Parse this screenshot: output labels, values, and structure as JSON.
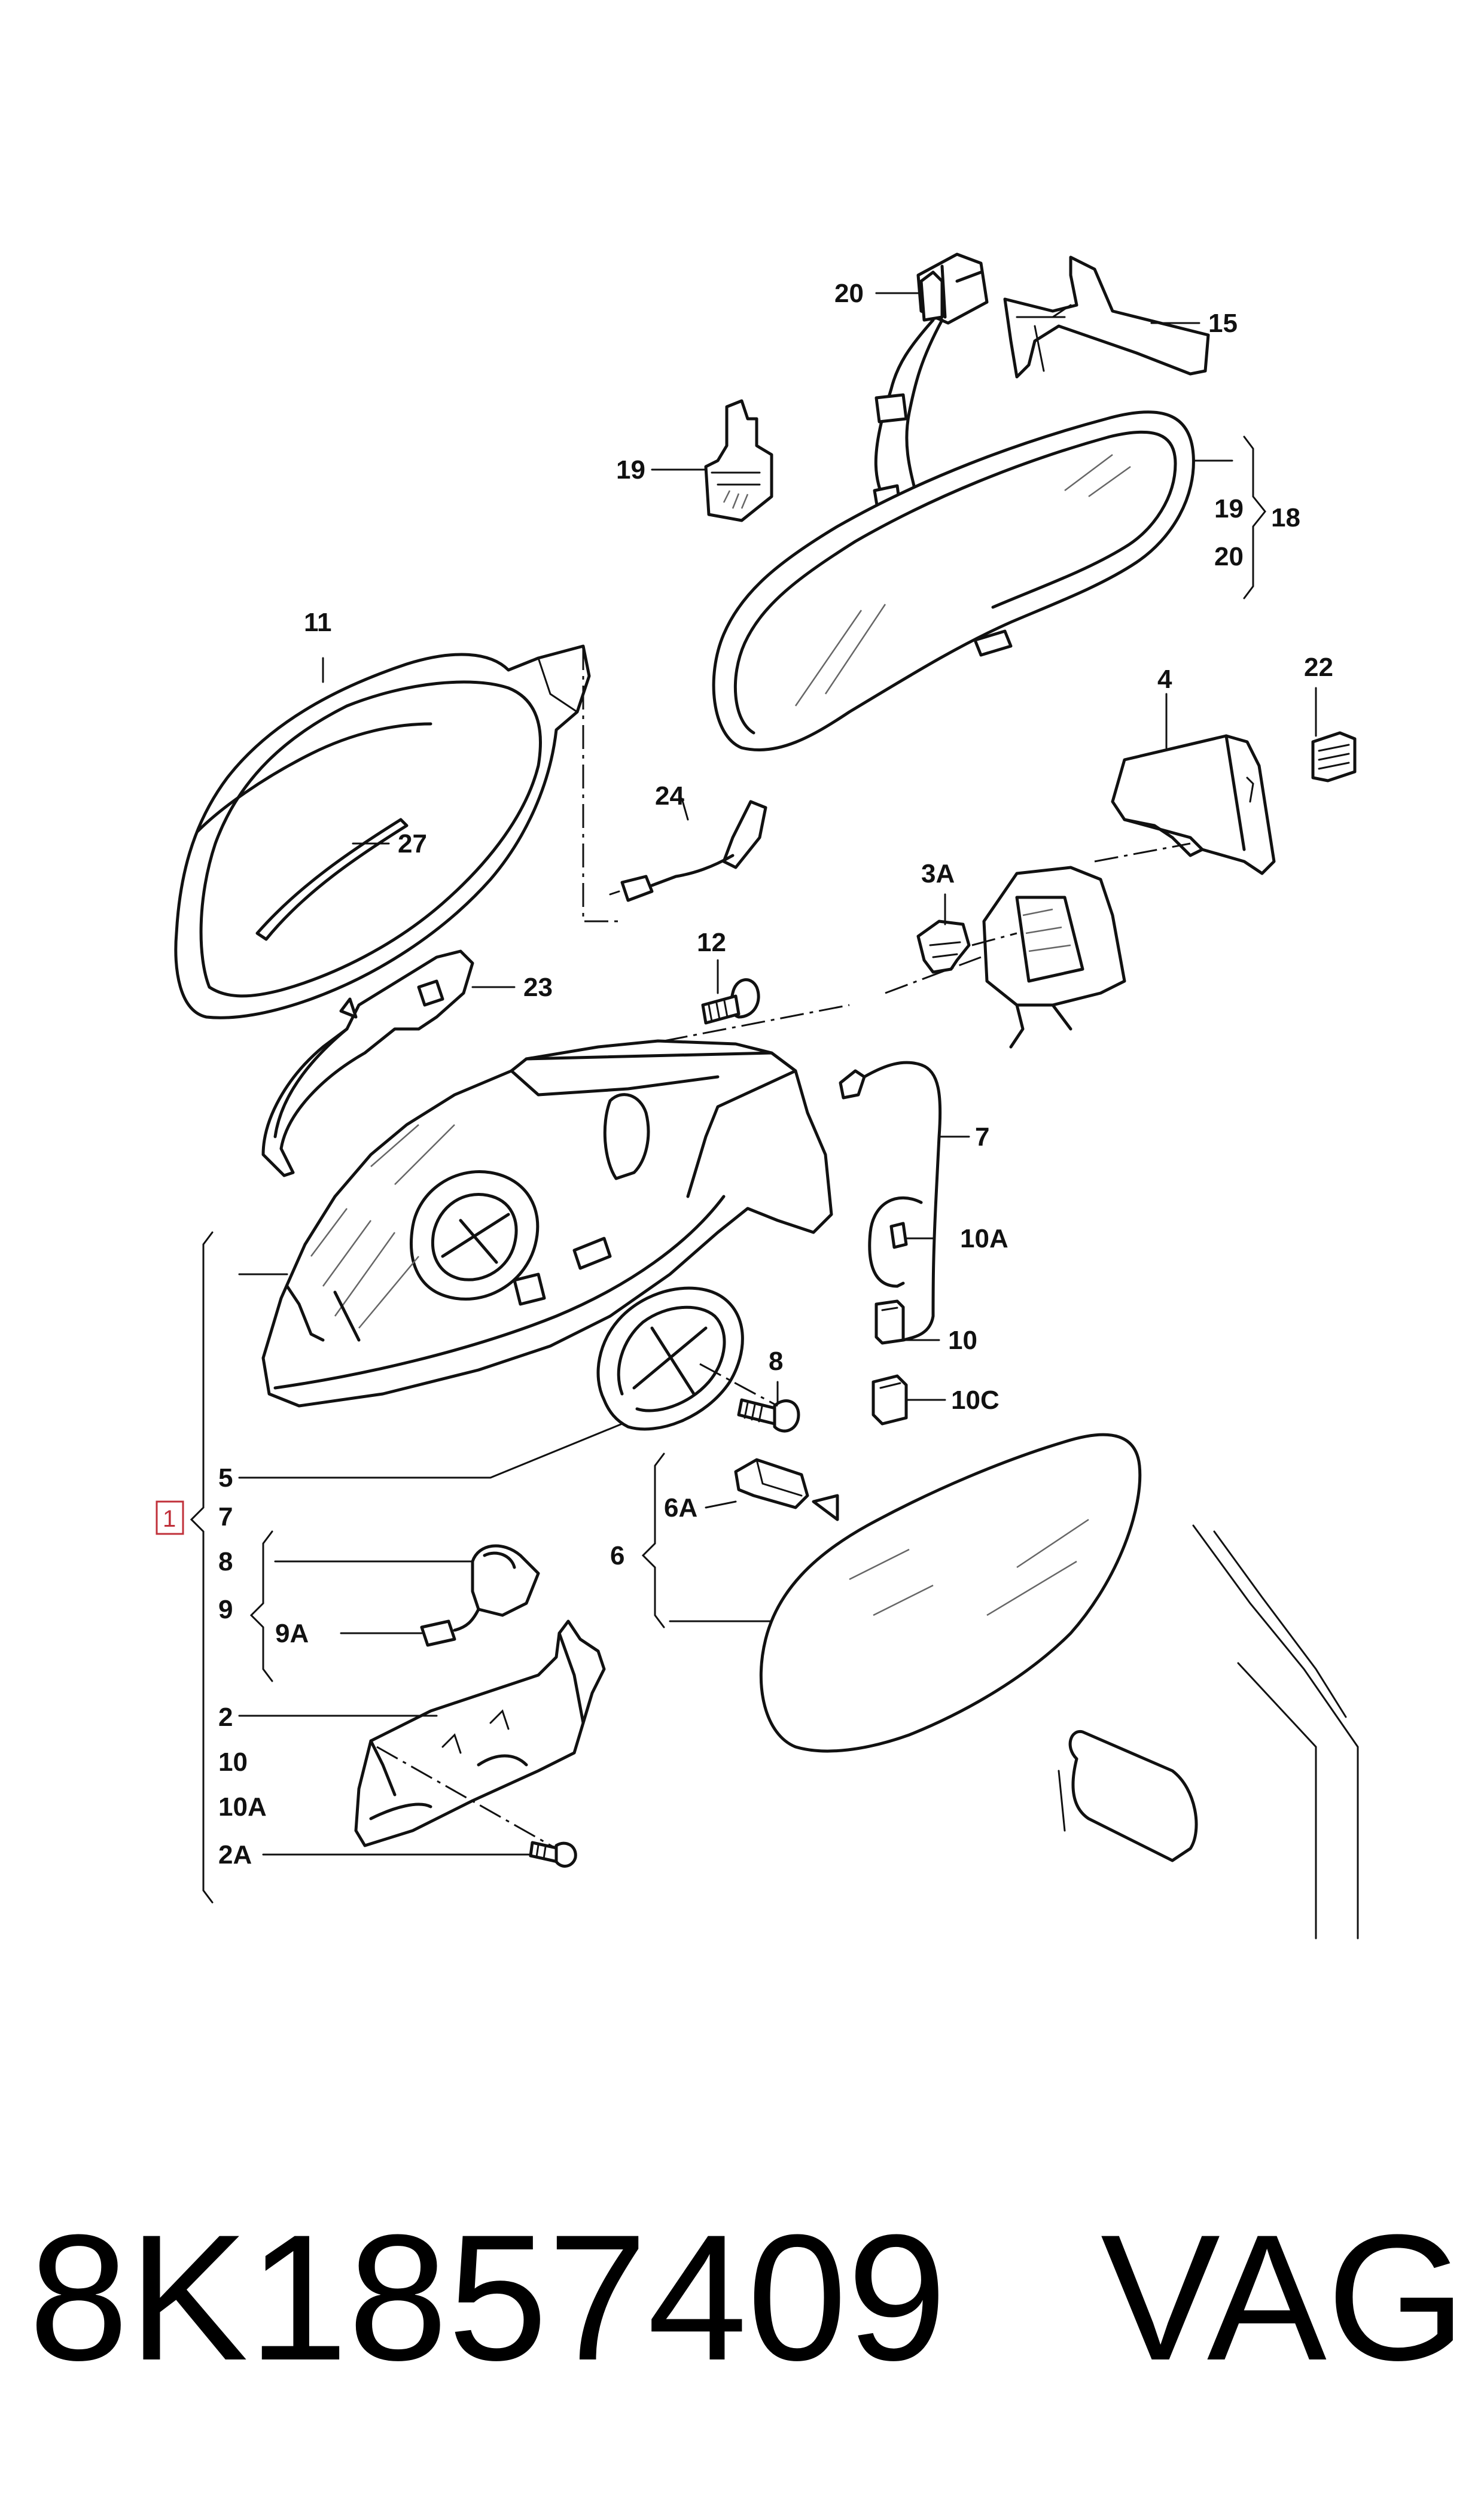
{
  "diagram": {
    "callouts": {
      "c20": "20",
      "c15": "15",
      "c19": "19",
      "c19b": "19",
      "c18": "18",
      "c20b": "20",
      "c11": "11",
      "c22": "22",
      "c4": "4",
      "c24": "24",
      "c27": "27",
      "c3A": "3A",
      "c12": "12",
      "c23": "23",
      "c7": "7",
      "c10A": "10A",
      "c8": "8",
      "c10": "10",
      "c10C": "10C",
      "c5": "5",
      "c1": "1",
      "c7b": "7",
      "c6A": "6A",
      "c6": "6",
      "c8b": "8",
      "c9": "9",
      "c9A": "9A",
      "c2": "2",
      "c10b": "10",
      "c10Ab": "10A",
      "c2A": "2A"
    }
  },
  "caption": {
    "part_number": "8K1857409",
    "brand": "VAG"
  }
}
